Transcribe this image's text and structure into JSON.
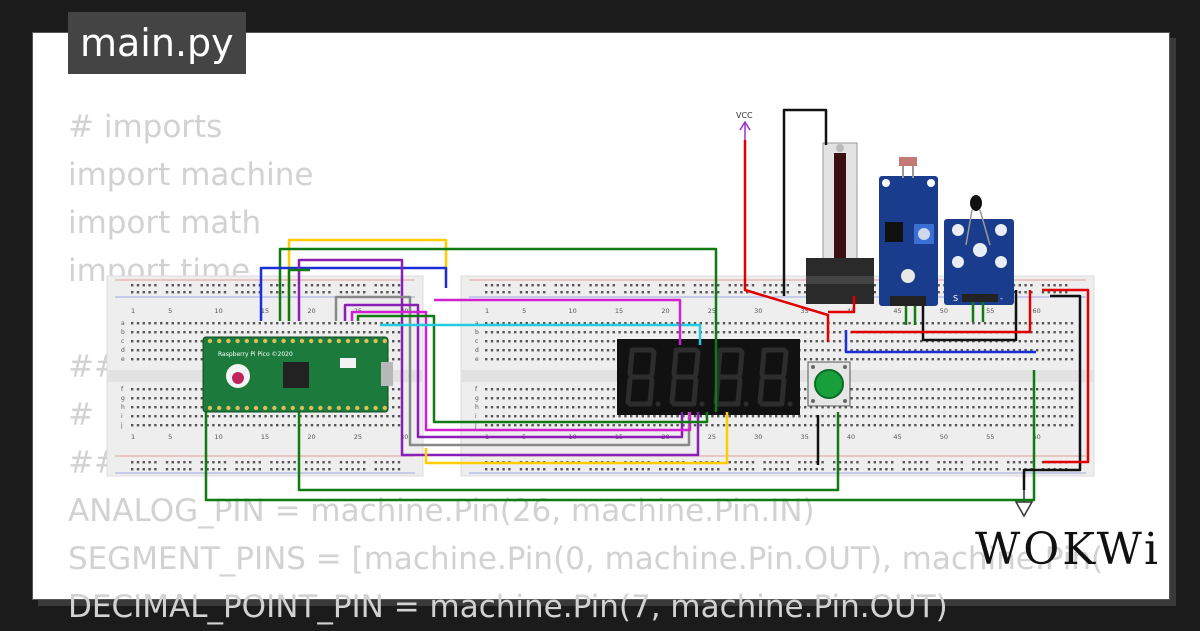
{
  "file_tag": "main.py",
  "code_lines": [
    "# imports",
    "import machine",
    "import math",
    "import time",
    "",
    "##",
    "# P",
    "##",
    "ANALOG_PIN = machine.Pin(26, machine.Pin.IN)",
    "SEGMENT_PINS = [machine.Pin(0, machine.Pin.OUT), machine.Pin(",
    "DECIMAL_POINT_PIN = machine.Pin(7, machine.Pin.OUT)"
  ],
  "pico_label": "Raspberry Pi Pico ©2020",
  "vcc_label": "VCC",
  "logo": "WOKWi",
  "left_board_columns": [
    "1",
    "5",
    "10",
    "15",
    "20",
    "25",
    "30"
  ],
  "right_board_columns": [
    "1",
    "5",
    "10",
    "15",
    "20",
    "25",
    "30",
    "35",
    "40",
    "45",
    "50",
    "55",
    "60"
  ],
  "row_labels_top": [
    "a",
    "b",
    "c",
    "d",
    "e"
  ],
  "row_labels_bottom": [
    "f",
    "g",
    "h",
    "i",
    "j"
  ],
  "colors": {
    "wire_red": "#e00000",
    "wire_black": "#111111",
    "wire_green": "#127a12",
    "wire_blue": "#1a2fd8",
    "wire_yellow": "#ffcc00",
    "wire_purple": "#8a1fb5",
    "wire_magenta": "#d020d0",
    "wire_cyan": "#22ccdd",
    "wire_gray": "#888888",
    "pico_green": "#1b7a3c",
    "sensor_blue": "#1a3c8c",
    "button_green": "#17a03a"
  }
}
